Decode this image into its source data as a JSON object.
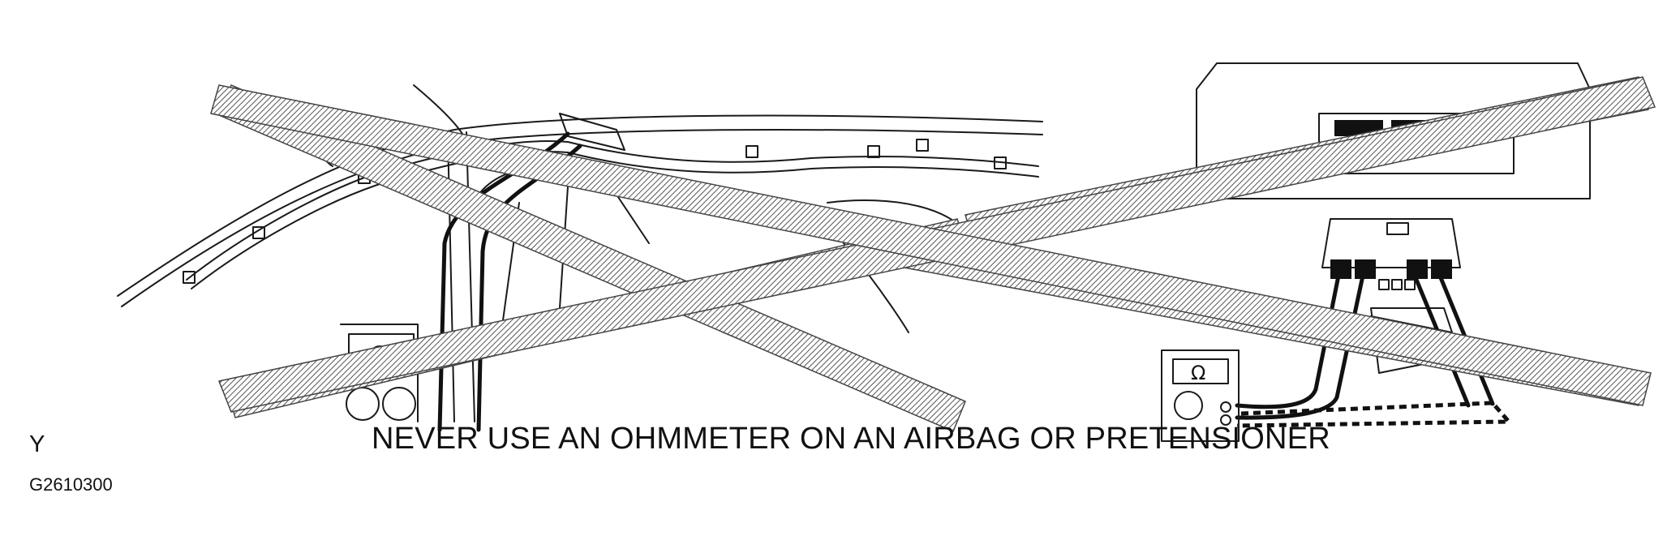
{
  "diagram": {
    "warning_text": "NEVER USE AN OHMMETER ON AN AIRBAG OR PRETENSIONER",
    "corner_mark": "Y",
    "figure_code": "G2610300",
    "ohm_symbol": "Ω",
    "crossed_out": true,
    "icons": [
      "curtain-airbag-harness-icon",
      "ohmmeter-icon",
      "pretensioner-connector-icon"
    ]
  }
}
